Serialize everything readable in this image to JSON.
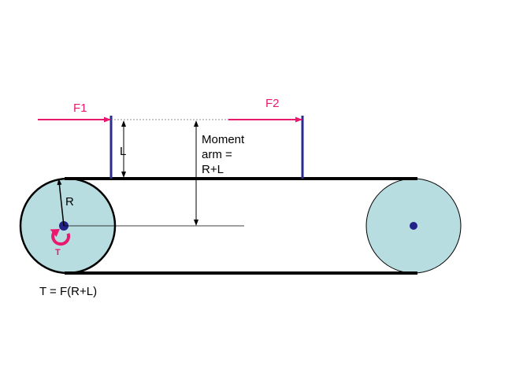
{
  "labels": {
    "f1": "F1",
    "f2": "F2",
    "l": "L",
    "r": "R",
    "moment_line1": "Moment",
    "moment_line2": "arm =",
    "moment_line3": "R+L",
    "torque_symbol": "T",
    "formula": "T = F(R+L)"
  },
  "colors": {
    "pulley_fill": "#b7dde0",
    "belt": "#000000",
    "force_arrow": "#e8196e",
    "lever": "#2b2b8f",
    "hub": "#22228a"
  },
  "icons": {
    "torque": "circular-arrow-icon"
  }
}
